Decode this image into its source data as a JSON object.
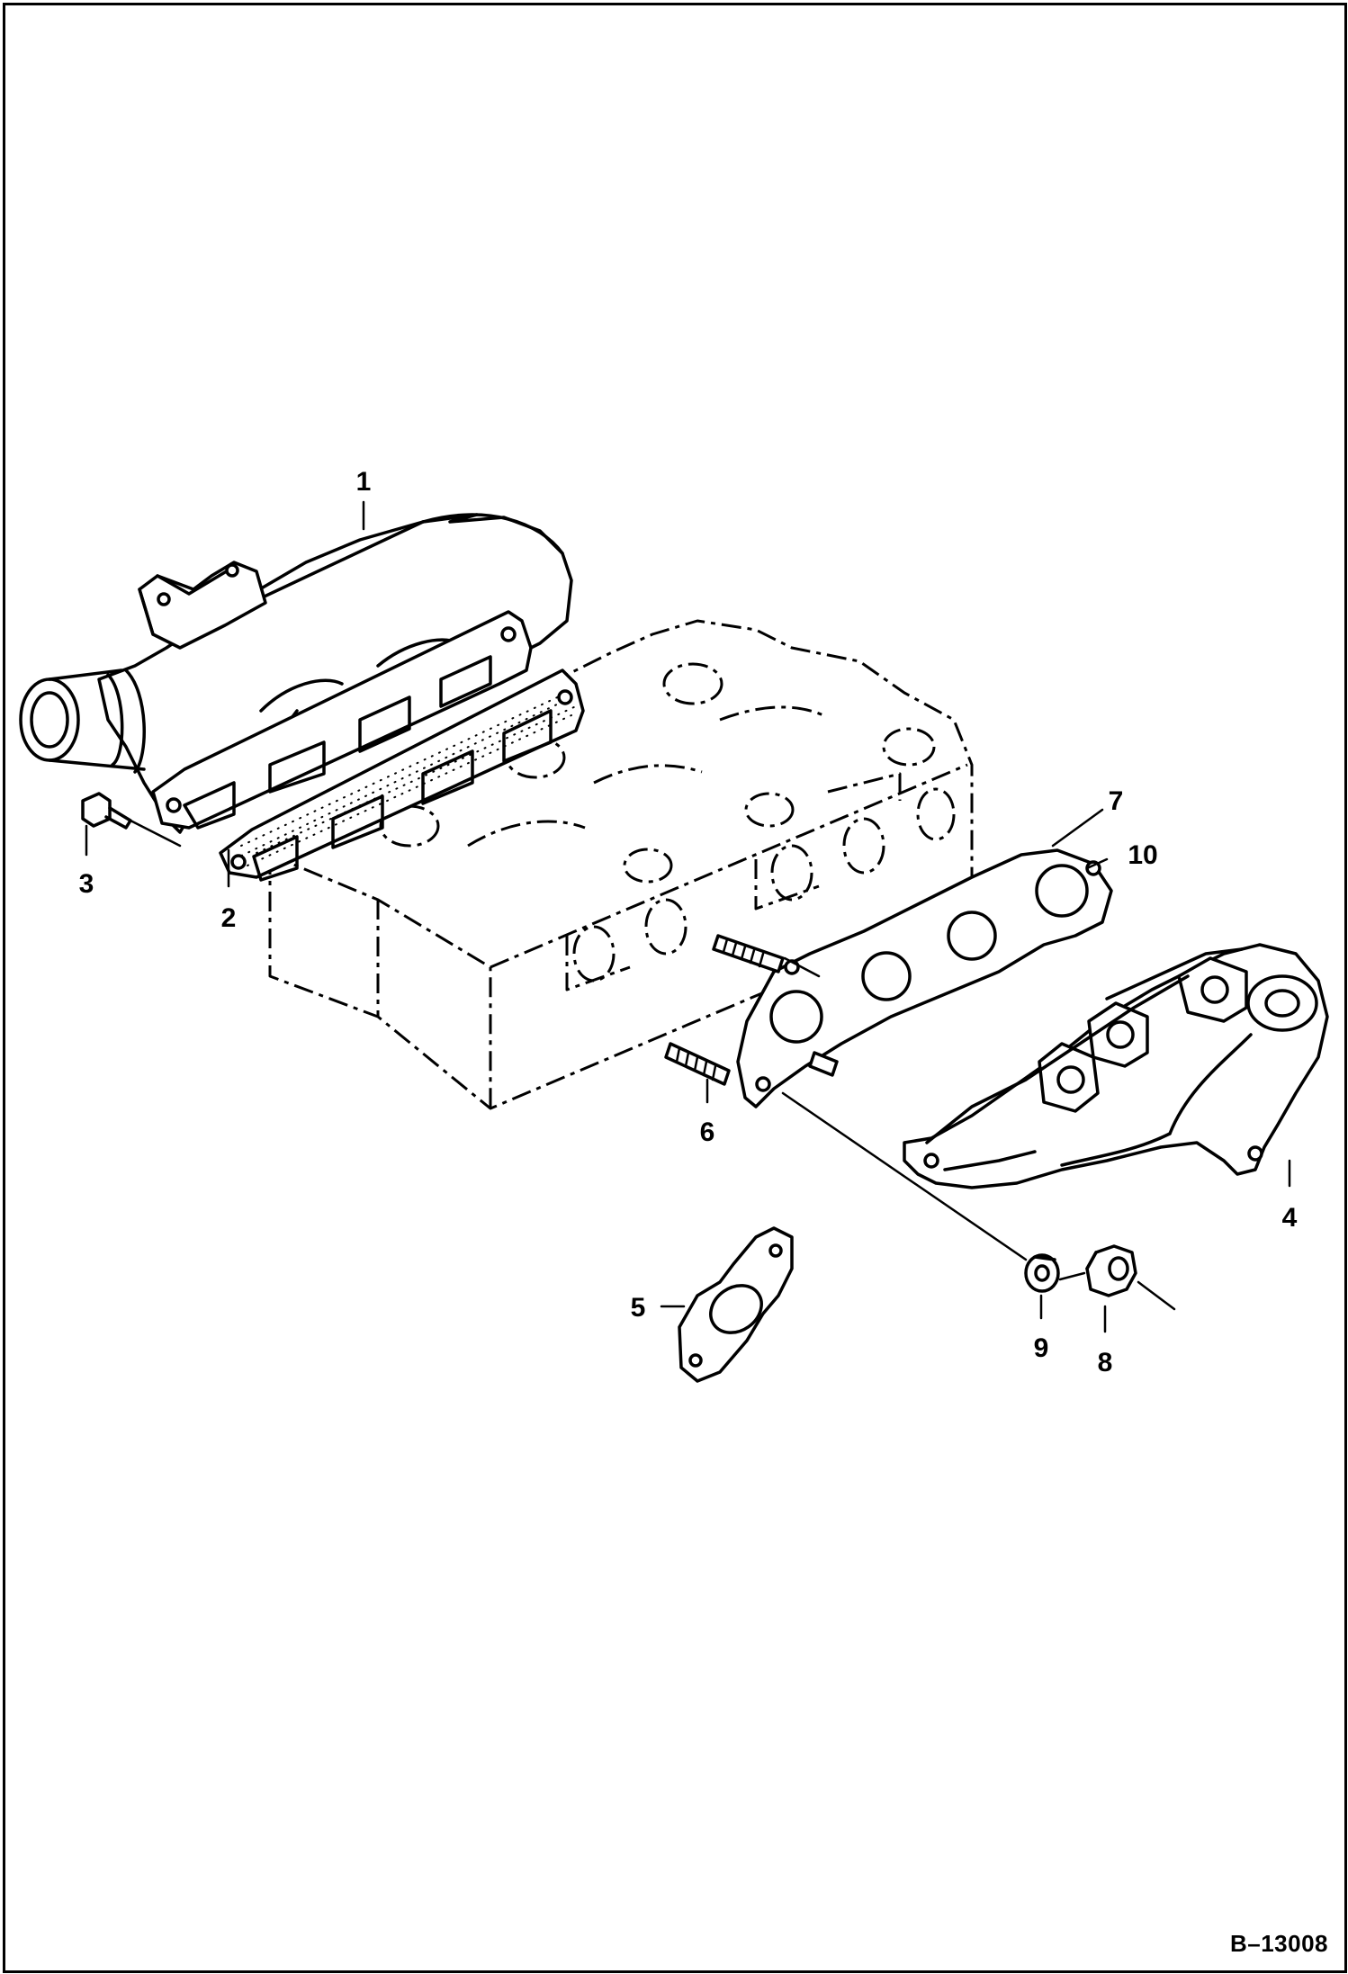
{
  "callouts": [
    {
      "id": "1",
      "label": "1"
    },
    {
      "id": "2",
      "label": "2"
    },
    {
      "id": "3",
      "label": "3"
    },
    {
      "id": "4",
      "label": "4"
    },
    {
      "id": "5",
      "label": "5"
    },
    {
      "id": "6",
      "label": "6"
    },
    {
      "id": "7",
      "label": "7"
    },
    {
      "id": "8",
      "label": "8"
    },
    {
      "id": "9",
      "label": "9"
    },
    {
      "id": "10",
      "label": "10"
    }
  ],
  "reference_code": "B–13008"
}
